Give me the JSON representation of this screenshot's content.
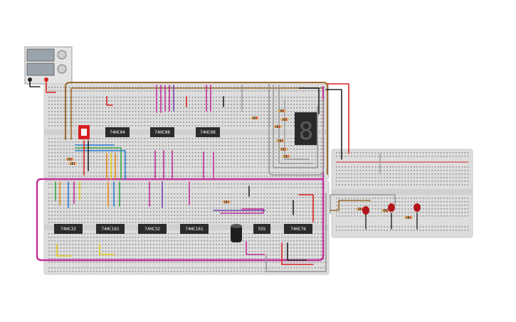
{
  "app": {
    "title": "Breadboard circuit simulator workspace"
  },
  "power_supply": {
    "display_top": "",
    "display_bottom": ""
  },
  "seven_segment": {
    "digit": "8"
  },
  "chips_top": [
    {
      "id": "u1",
      "label": "74HC04"
    },
    {
      "id": "u2",
      "label": "74HC08"
    },
    {
      "id": "u3",
      "label": "74HC08"
    }
  ],
  "chips_bottom": [
    {
      "id": "u4",
      "label": "74HC32"
    },
    {
      "id": "u5",
      "label": "74HC161"
    },
    {
      "id": "u6",
      "label": "74HC32"
    },
    {
      "id": "u7",
      "label": "74HC161"
    },
    {
      "id": "u8",
      "label": "555"
    },
    {
      "id": "u9",
      "label": "74HC76"
    }
  ],
  "leds": [
    {
      "color": "#b3131a"
    },
    {
      "color": "#b3131a"
    },
    {
      "color": "#b3131a"
    }
  ],
  "colors": {
    "breadboard": "#dcdcdc",
    "wire_red": "#d22",
    "wire_black": "#222",
    "wire_magenta": "#c2309a",
    "wire_brown": "#9c6b2e",
    "wire_gray": "#999",
    "wire_blue": "#2a7fd4",
    "wire_orange": "#e88a1a",
    "wire_green": "#3aa84a",
    "wire_yellow": "#e6cc1a"
  }
}
